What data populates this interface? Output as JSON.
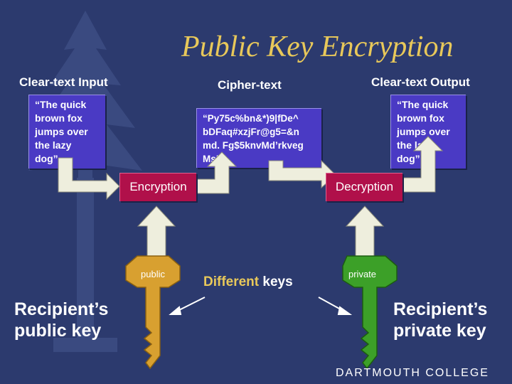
{
  "title": "Public Key Encryption",
  "headers": {
    "clear_input": "Clear-text Input",
    "cipher": "Cipher-text",
    "clear_output": "Clear-text Output"
  },
  "boxes": {
    "input_lines": [
      "“The quick",
      "brown fox",
      "jumps over",
      "the lazy",
      "dog”"
    ],
    "cipher_lines": [
      "“Py75c%bn&*)9|fDe^",
      "bDFaq#xzjFr@g5=&n",
      "md. Fg$5knvMd’rkveg",
      "Ms”"
    ],
    "output_lines": [
      "“The quick",
      "brown fox",
      "jumps over",
      "the lazy",
      "dog”"
    ]
  },
  "process": {
    "encryption": "Encryption",
    "decryption": "Decryption"
  },
  "keys": {
    "public_label": "public",
    "private_label": "private",
    "different_word": "Different",
    "keys_word": "keys",
    "recipient_public_lines": [
      "Recipient’s",
      "public key"
    ],
    "recipient_private_lines": [
      "Recipient’s",
      "private key"
    ]
  },
  "footer": "DARTMOUTH COLLEGE",
  "colors": {
    "background": "#2c3a6e",
    "title": "#e8c85a",
    "text_box": "#4a3ac4",
    "process_box": "#b0104a",
    "arrow": "#eeeedd",
    "public_key": "#d8a030",
    "private_key": "#3ca028"
  }
}
